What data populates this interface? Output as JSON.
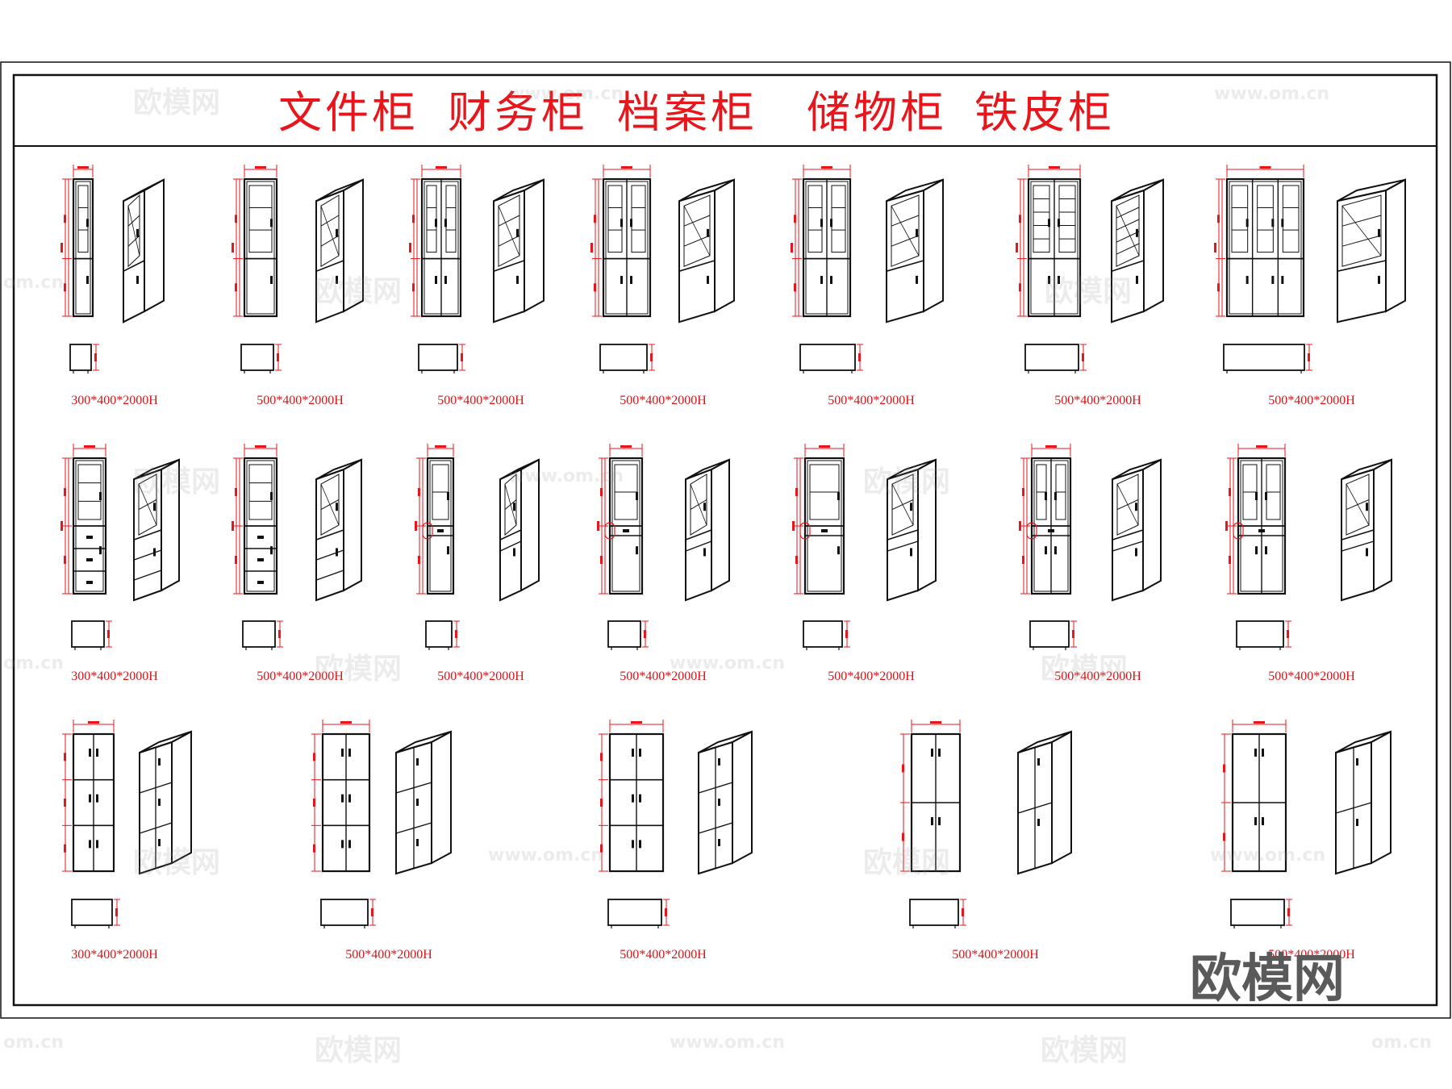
{
  "titles": [
    "文件柜",
    "财务柜",
    "档案柜",
    "储物柜",
    "铁皮柜"
  ],
  "watermark_logo": "欧模网",
  "watermark_url": "www.om.cn",
  "watermark_url_short": "om.cn",
  "accent_color": "#e8151b",
  "line_color": "#111111",
  "row1_labels": [
    "300*400*2000H",
    "500*400*2000H",
    "500*400*2000H",
    "500*400*2000H",
    "500*400*2000H",
    "500*400*2000H",
    "500*400*2000H"
  ],
  "row2_labels": [
    "300*400*2000H",
    "500*400*2000H",
    "500*400*2000H",
    "500*400*2000H",
    "500*400*2000H",
    "500*400*2000H",
    "500*400*2000H"
  ],
  "row3_labels": [
    "300*400*2000H",
    "500*400*2000H",
    "500*400*2000H",
    "500*400*2000H",
    "500*400*2000H"
  ]
}
